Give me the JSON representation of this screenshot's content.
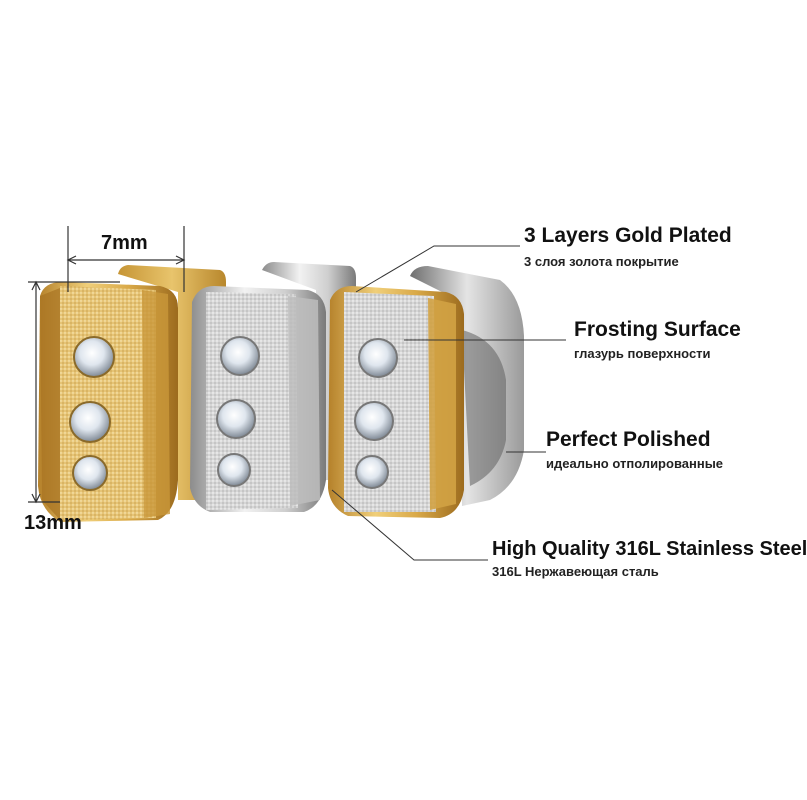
{
  "dimensions": {
    "width_label": "7mm",
    "height_label": "13mm"
  },
  "features": [
    {
      "title": "3 Layers Gold Plated",
      "subtitle": "3 слоя золота покрытие"
    },
    {
      "title": "Frosting Surface",
      "subtitle": "глазурь поверхности"
    },
    {
      "title": "Perfect Polished",
      "subtitle": "идеально отполированные"
    },
    {
      "title": "High Quality 316L Stainless Steel",
      "subtitle": "316L Нержавеющая сталь"
    }
  ],
  "products": [
    {
      "name": "gold-earring",
      "finish": "gold",
      "stones": 3
    },
    {
      "name": "silver-earring",
      "finish": "silver",
      "stones": 3
    },
    {
      "name": "two-tone-earring",
      "finish": "two-tone",
      "stones": 3
    }
  ],
  "colors": {
    "gold": "#d4a53c",
    "silver": "#c8c8c8",
    "line": "#333333"
  }
}
